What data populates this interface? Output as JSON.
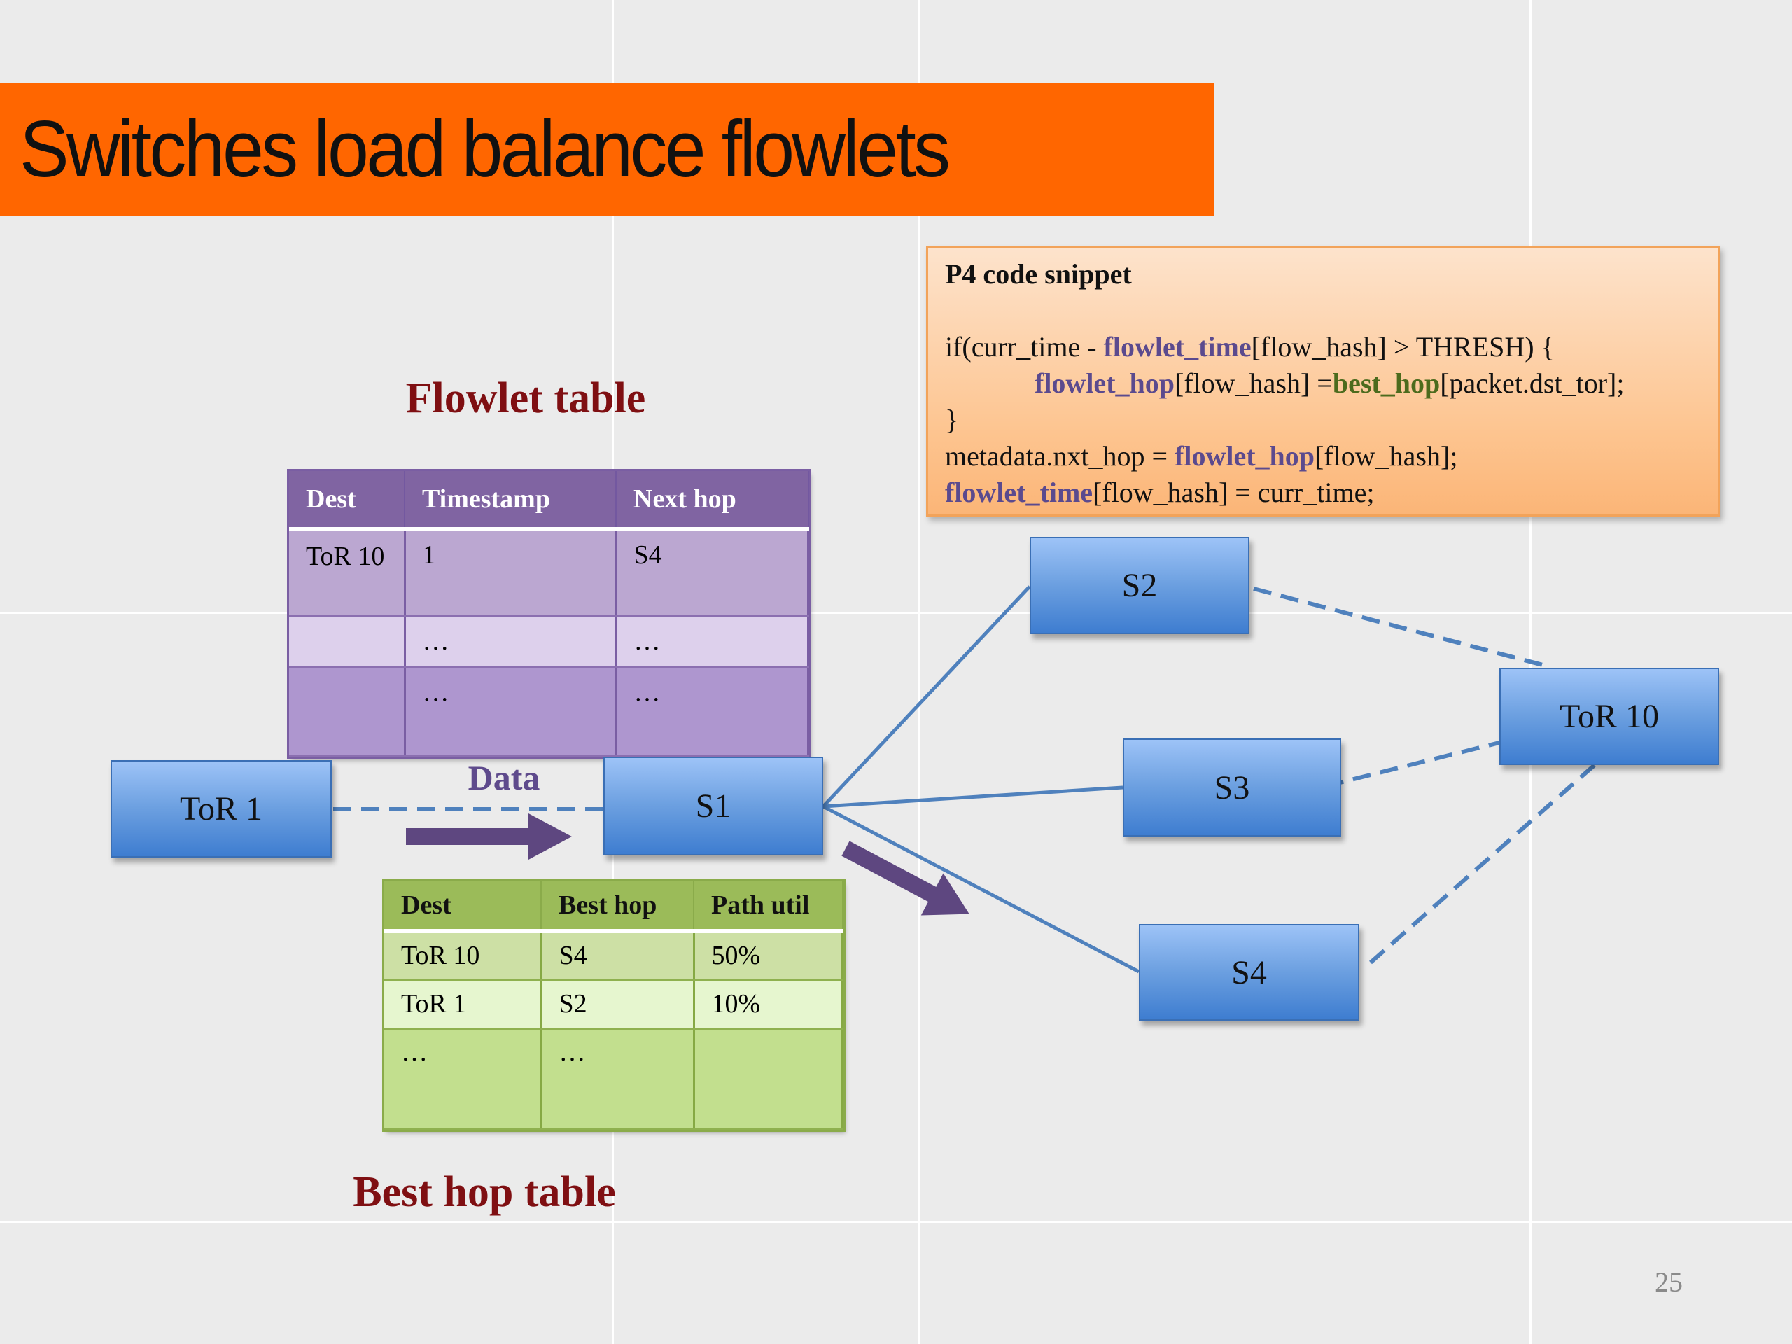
{
  "slide": {
    "title": "Switches load balance flowlets",
    "page_number": "25",
    "accent_color": "#ff6600"
  },
  "code_snippet": {
    "heading": "P4 code snippet",
    "lines": [
      [
        {
          "t": "if(curr_time - ",
          "c": "plain"
        },
        {
          "t": "flowlet_time",
          "c": "purple"
        },
        {
          "t": "[flow_hash] > THRESH) {",
          "c": "plain"
        }
      ],
      [
        {
          "t": "flowlet_hop",
          "c": "purple"
        },
        {
          "t": "[flow_hash] =",
          "c": "plain"
        },
        {
          "t": "best_hop",
          "c": "green"
        },
        {
          "t": "[packet.dst_tor];",
          "c": "plain"
        }
      ],
      [
        {
          "t": "}",
          "c": "plain"
        }
      ],
      [
        {
          "t": "metadata.nxt_hop = ",
          "c": "plain"
        },
        {
          "t": "flowlet_hop",
          "c": "purple"
        },
        {
          "t": "[flow_hash];",
          "c": "plain"
        }
      ],
      [
        {
          "t": "flowlet_time",
          "c": "purple"
        },
        {
          "t": "[flow_hash] = curr_time;",
          "c": "plain"
        }
      ]
    ]
  },
  "flowlet_table": {
    "label": "Flowlet table",
    "headers": [
      "Dest",
      "Timestamp",
      "Next hop"
    ],
    "rows": [
      [
        "ToR 10",
        "1",
        "S4"
      ],
      [
        "",
        "…",
        "…"
      ],
      [
        "",
        "…",
        "…"
      ]
    ]
  },
  "best_hop_table": {
    "label": "Best hop table",
    "headers": [
      "Dest",
      "Best hop",
      "Path util"
    ],
    "rows": [
      [
        "ToR 10",
        "S4",
        "50%"
      ],
      [
        "ToR 1",
        "S2",
        "10%"
      ],
      [
        "…",
        "…",
        ""
      ]
    ]
  },
  "nodes": {
    "tor1": "ToR 1",
    "s1": "S1",
    "s2": "S2",
    "s3": "S3",
    "s4": "S4",
    "tor10": "ToR 10"
  },
  "data_label": "Data",
  "links": [
    {
      "from": "tor1",
      "to": "s1",
      "style": "dashed"
    },
    {
      "from": "s1",
      "to": "s2",
      "style": "solid"
    },
    {
      "from": "s1",
      "to": "s3",
      "style": "solid"
    },
    {
      "from": "s1",
      "to": "s4",
      "style": "solid"
    },
    {
      "from": "s2",
      "to": "tor10",
      "style": "dashed"
    },
    {
      "from": "s3",
      "to": "tor10",
      "style": "dashed"
    },
    {
      "from": "s4",
      "to": "tor10",
      "style": "dashed"
    }
  ]
}
